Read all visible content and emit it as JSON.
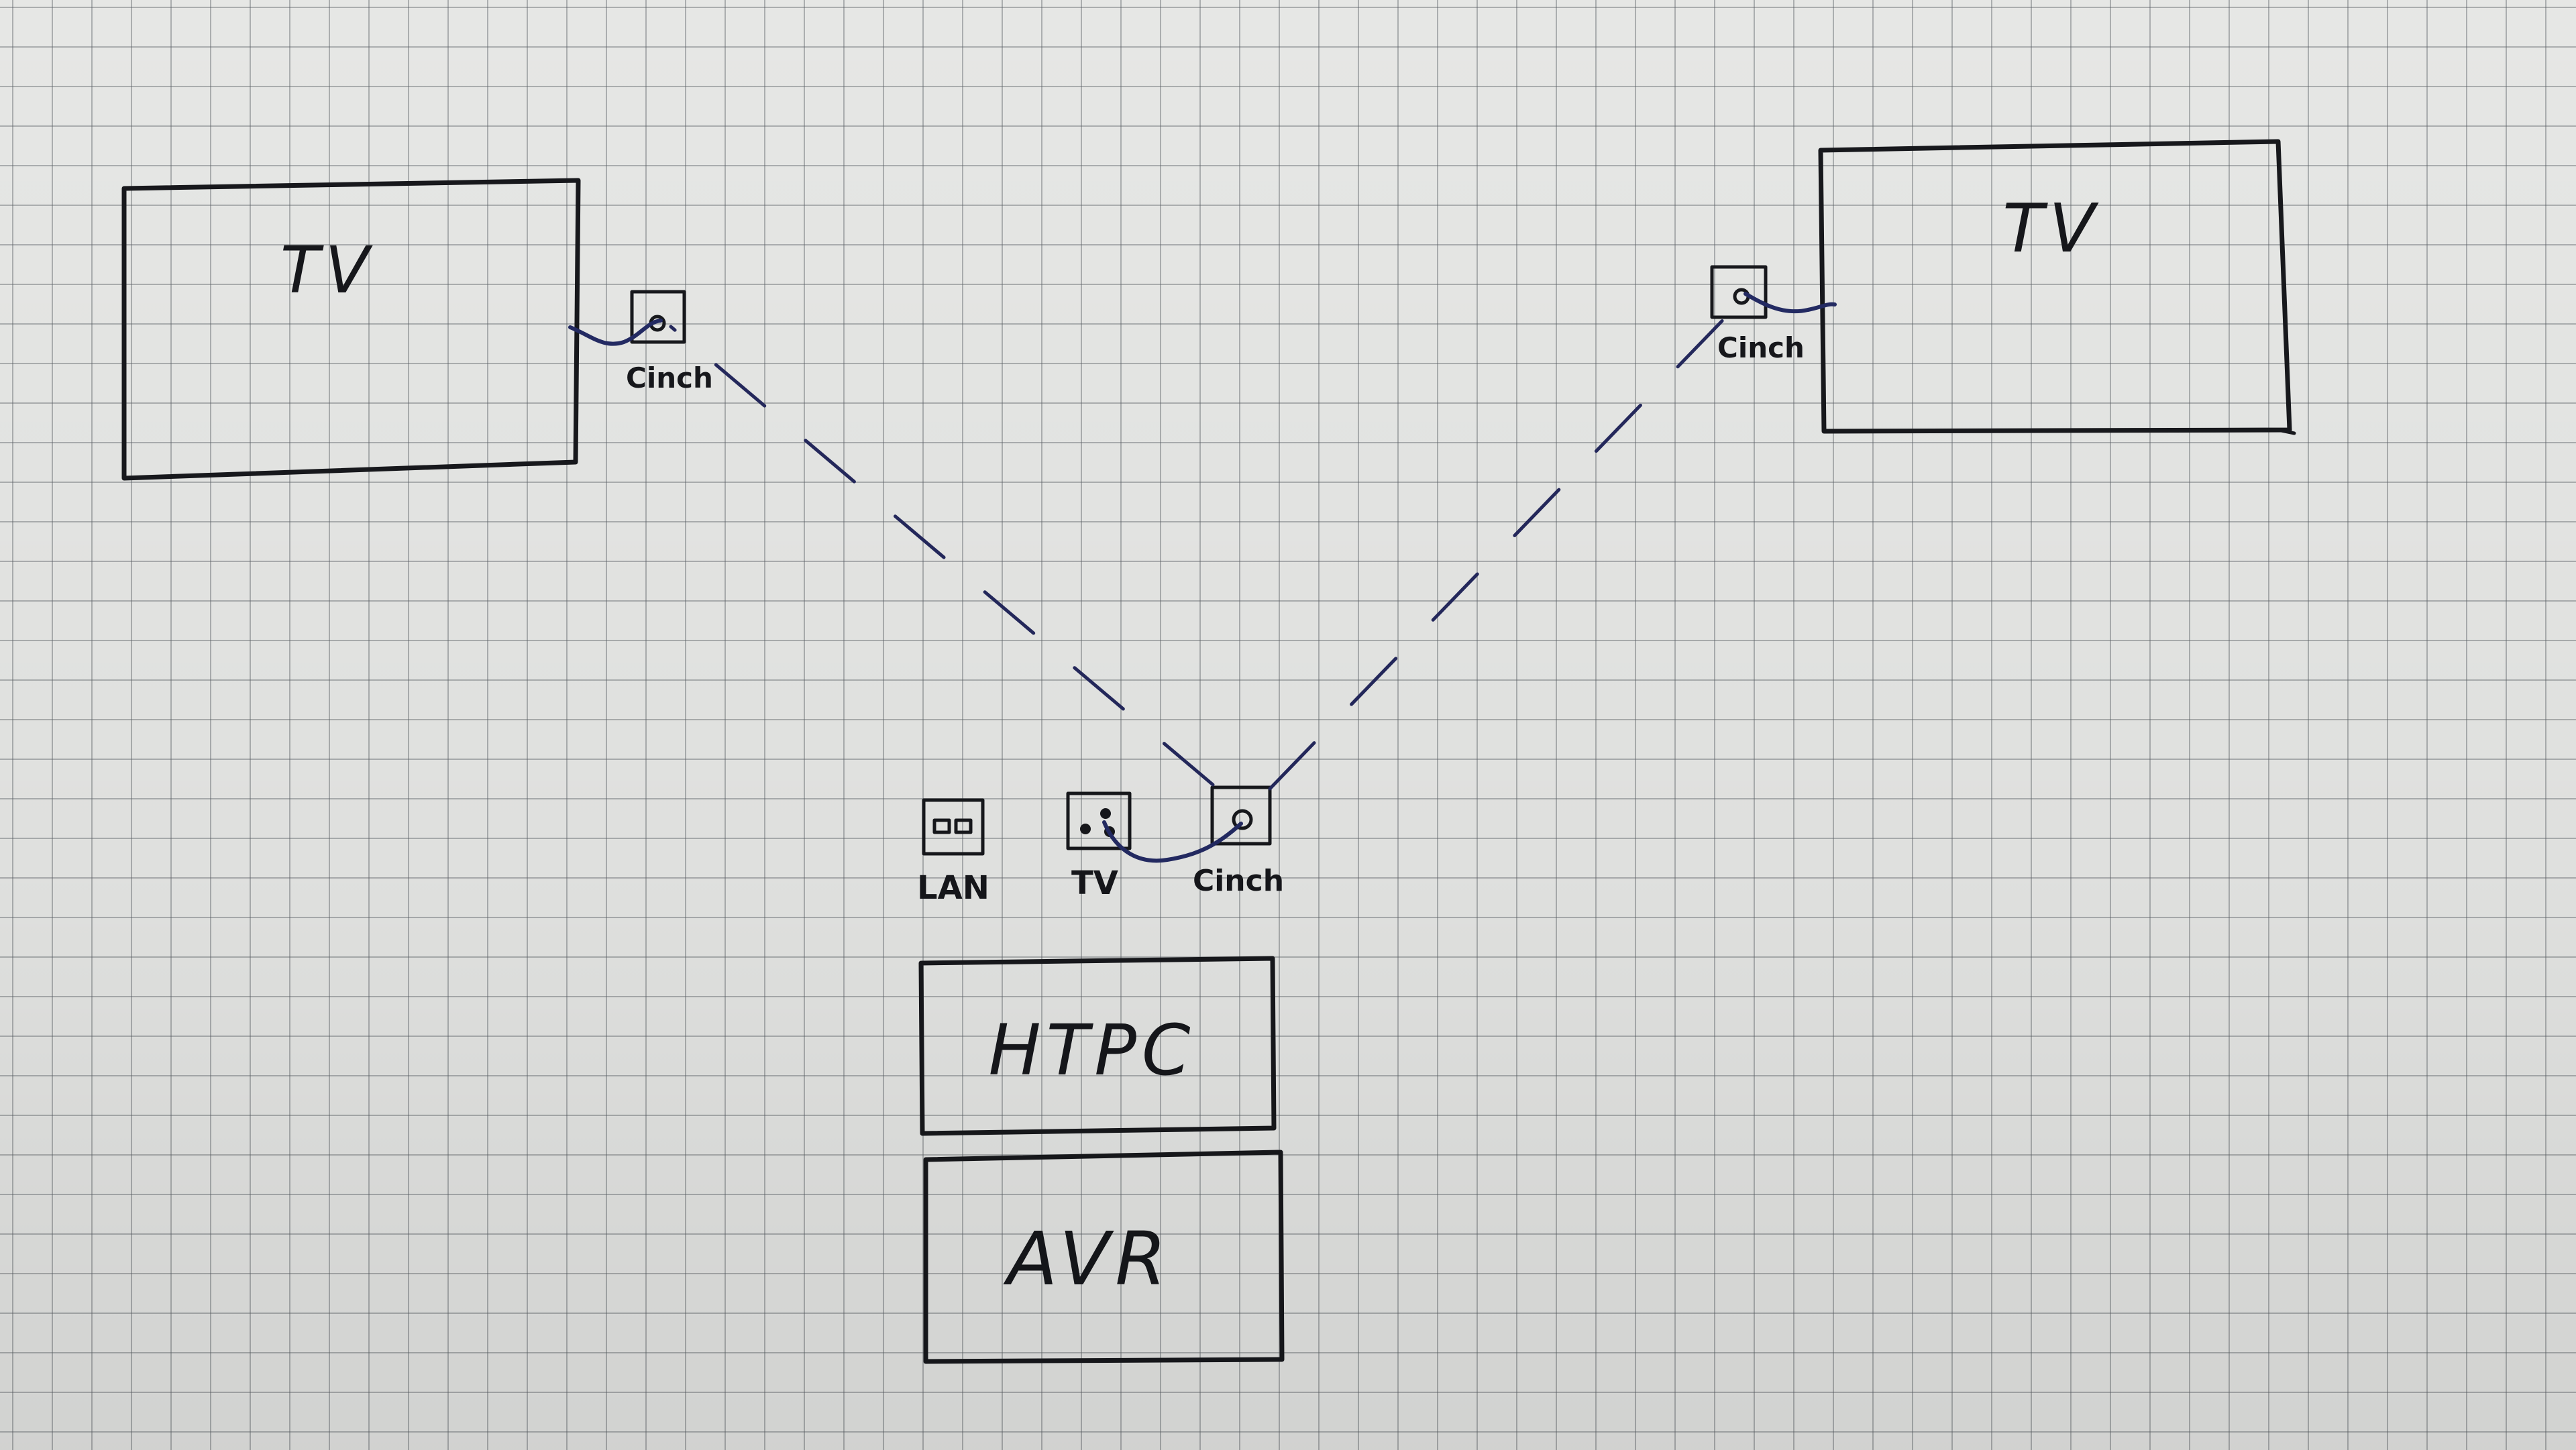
{
  "labels": {
    "tv_left": "TV",
    "tv_right": "TV",
    "cinch_left": "Cinch",
    "cinch_right": "Cinch",
    "cinch_center": "Cinch",
    "lan_socket": "LAN",
    "tv_socket": "TV",
    "htpc": "HTPC",
    "avr": "AVR"
  },
  "colors": {
    "paper": "#e6e7e5",
    "grid": "#5a5f64",
    "ink": "#17181c",
    "cable_ink": "#232a63"
  },
  "icons": {
    "cinch_socket": "circle-socket-icon",
    "lan_socket": "double-port-icon",
    "tv_socket": "coax-socket-icon"
  }
}
